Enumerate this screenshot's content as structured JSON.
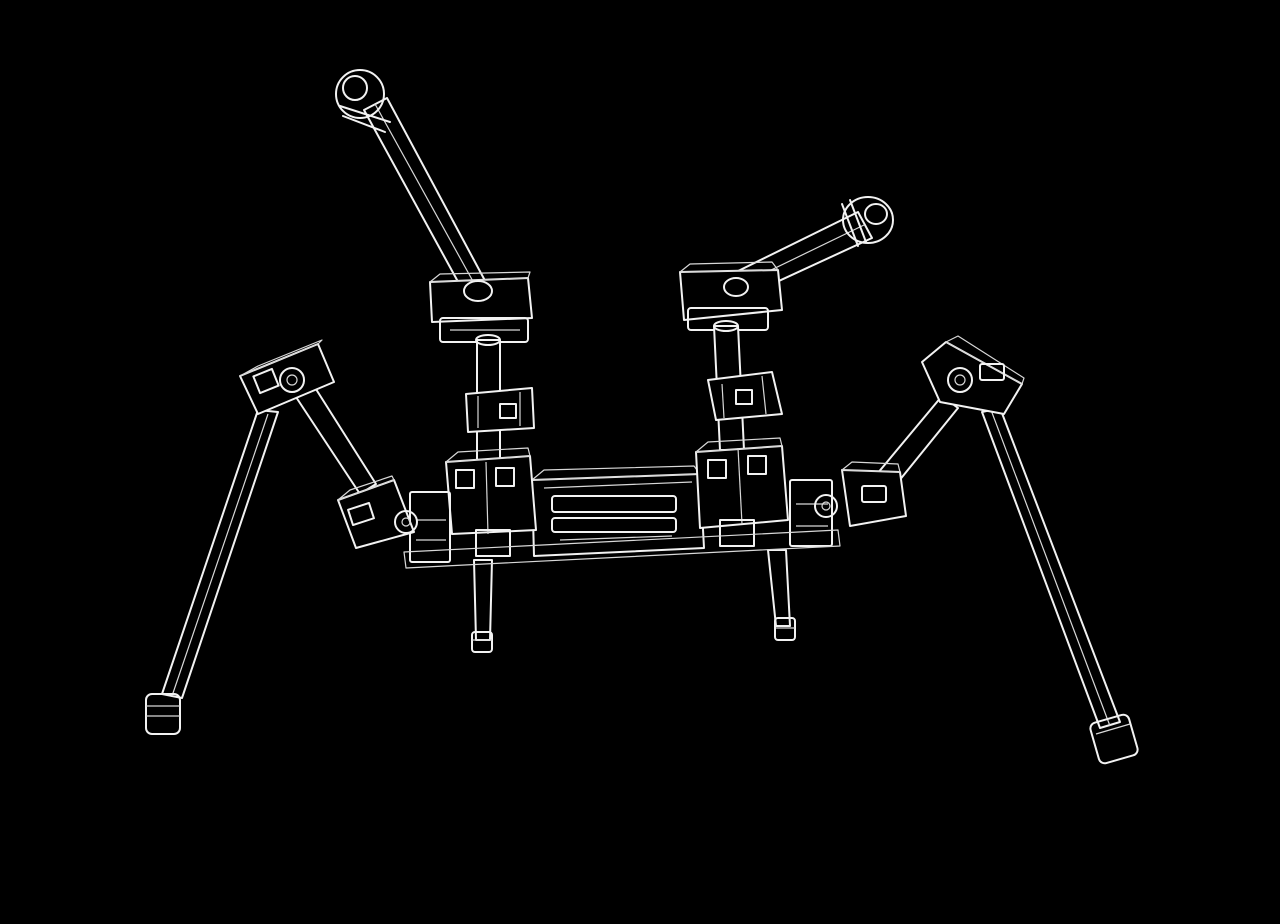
{
  "figure": {
    "subject": "quadruped-robot-wireframe",
    "style": "white-outline-on-black",
    "colors": {
      "background": "#000000",
      "line": "#f2f2f2",
      "secondary_line": "#d8d8d8"
    },
    "legs": [
      "front-left-raised",
      "front-right-raised",
      "rear-left",
      "rear-right",
      "side-left",
      "side-right"
    ]
  }
}
